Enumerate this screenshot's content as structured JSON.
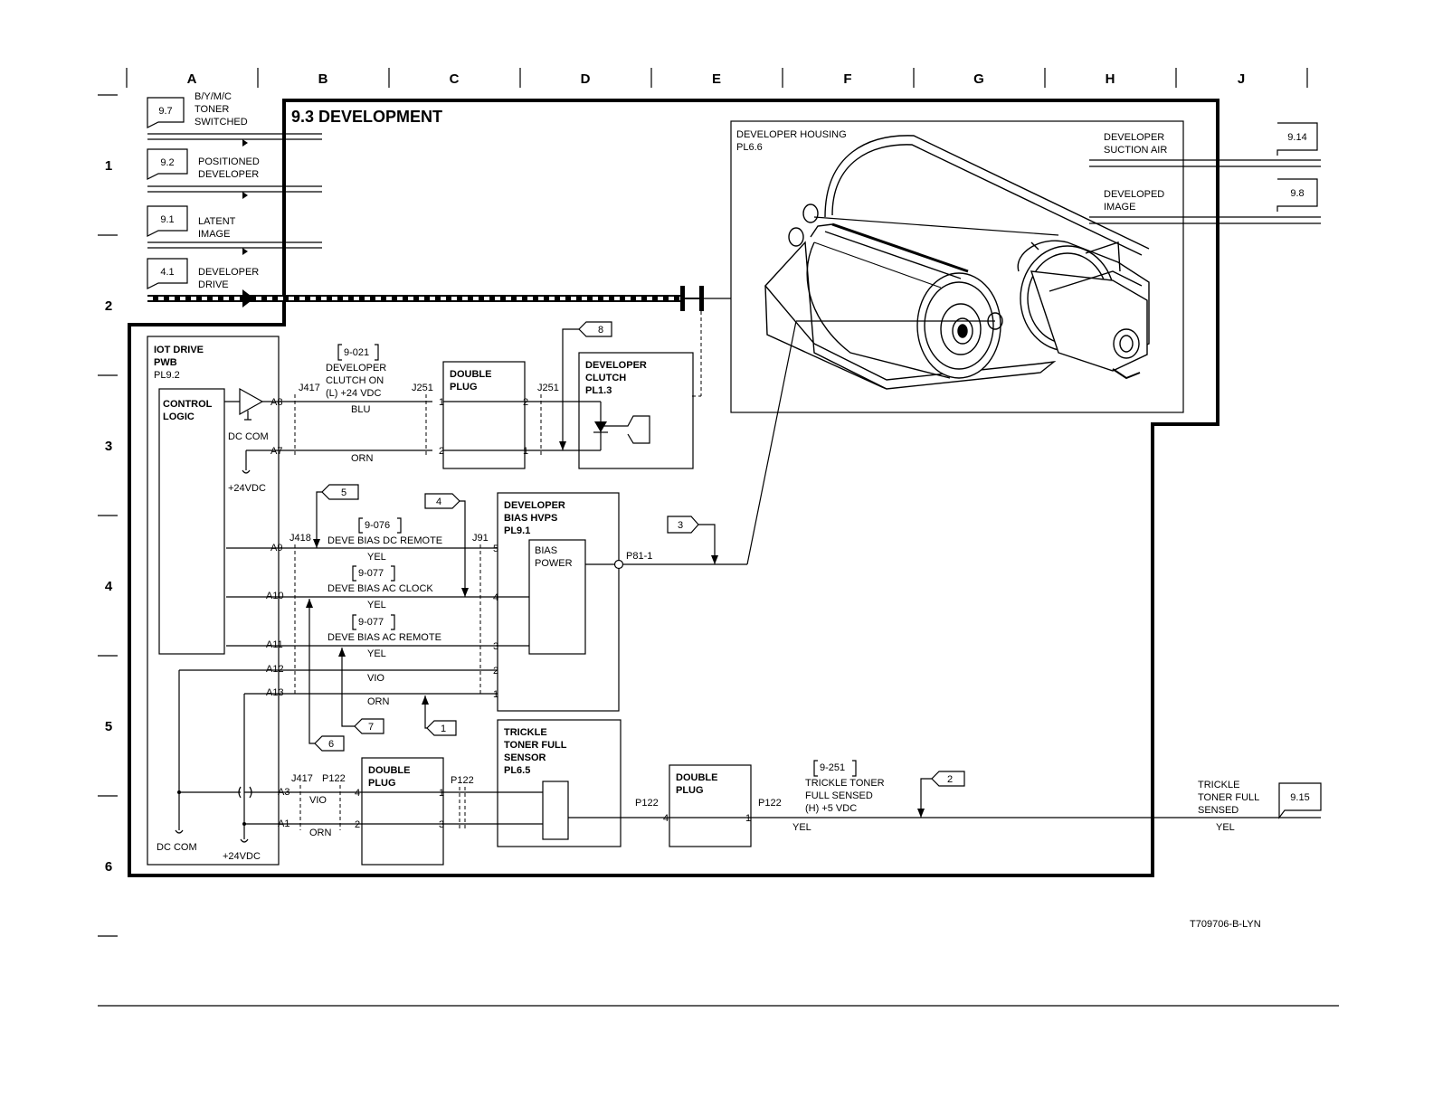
{
  "grid": {
    "columns": [
      "A",
      "B",
      "C",
      "D",
      "E",
      "F",
      "G",
      "H",
      "J"
    ],
    "rows": [
      "1",
      "2",
      "3",
      "4",
      "5",
      "6"
    ]
  },
  "title": "9.3 DEVELOPMENT",
  "drawing_id": "T709706-B-LYN",
  "inputs": [
    {
      "ref": "9.7",
      "line1": "B/Y/M/C",
      "line2": "TONER",
      "line3": "SWITCHED"
    },
    {
      "ref": "9.2",
      "line1": "POSITIONED",
      "line2": "DEVELOPER"
    },
    {
      "ref": "9.1",
      "line1": "LATENT",
      "line2": "IMAGE"
    },
    {
      "ref": "4.1",
      "line1": "DEVELOPER",
      "line2": "DRIVE"
    }
  ],
  "outputs": [
    {
      "ref": "9.14",
      "line1": "DEVELOPER",
      "line2": "SUCTION AIR"
    },
    {
      "ref": "9.8",
      "line1": "DEVELOPED",
      "line2": "IMAGE"
    },
    {
      "ref": "9.15",
      "line1": "TRICKLE",
      "line2": "TONER FULL",
      "line3": "SENSED",
      "wire": "YEL"
    }
  ],
  "developer_housing": {
    "name": "DEVELOPER HOUSING",
    "pl": "PL6.6"
  },
  "iot_drive_pwb": {
    "line1": "IOT DRIVE",
    "line2": "PWB",
    "pl": "PL9.2"
  },
  "control_logic": {
    "line1": "CONTROL",
    "line2": "LOGIC"
  },
  "dc_com": "DC COM",
  "v24": "+24VDC",
  "clutch_signal": {
    "code": "9-021",
    "line1": "DEVELOPER",
    "line2": "CLUTCH ON",
    "line3": "(L) +24 VDC"
  },
  "double_plug": {
    "line1": "DOUBLE",
    "line2": "PLUG"
  },
  "developer_clutch": {
    "line1": "DEVELOPER",
    "line2": "CLUTCH",
    "pl": "PL1.3"
  },
  "bias_hvps": {
    "line1": "DEVELOPER",
    "line2": "BIAS HVPS",
    "pl": "PL9.1"
  },
  "bias_power": {
    "line1": "BIAS",
    "line2": "POWER"
  },
  "p81": "P81-1",
  "trickle_sensor": {
    "line1": "TRICKLE",
    "line2": "TONER FULL",
    "line3": "SENSOR",
    "pl": "PL6.5"
  },
  "trickle_signal": {
    "code": "9-251",
    "line1": "TRICKLE TONER",
    "line2": "FULL SENSED",
    "line3": "(H) +5 VDC"
  },
  "bias_signals": [
    {
      "code": "9-076",
      "name": "DEVE BIAS DC REMOTE"
    },
    {
      "code": "9-077",
      "name": "DEVE BIAS AC CLOCK"
    },
    {
      "code": "9-077",
      "name": "DEVE BIAS AC REMOTE"
    }
  ],
  "connectors": {
    "j417": "J417",
    "j251": "J251",
    "j418": "J418",
    "j91": "J91",
    "p122": "P122"
  },
  "pins": {
    "a8": "A8",
    "a7": "A7",
    "a9": "A9",
    "a10": "A10",
    "a11": "A11",
    "a12": "A12",
    "a13": "A13",
    "a3": "A3",
    "a1": "A1",
    "n1": "1",
    "n2": "2",
    "n3": "3",
    "n4": "4",
    "n5": "5"
  },
  "wires": {
    "blu": "BLU",
    "orn": "ORN",
    "yel": "YEL",
    "vio": "VIO"
  },
  "flags": [
    "1",
    "2",
    "3",
    "4",
    "5",
    "6",
    "7",
    "8"
  ]
}
